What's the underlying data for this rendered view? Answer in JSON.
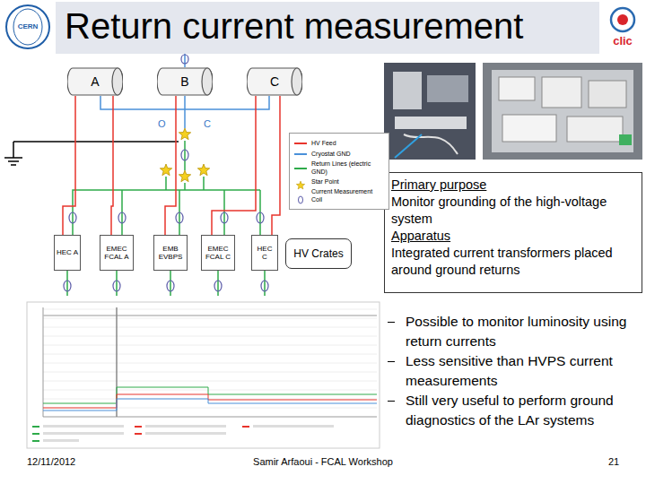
{
  "diagram": {
    "title": "Return current measurement",
    "nodes": [
      {
        "text": [
          "A"
        ]
      },
      {
        "text": [
          "B"
        ]
      },
      {
        "text": [
          "C"
        ]
      },
      {
        "text": [
          "HEC A"
        ]
      },
      {
        "text": [
          "EMEC FCAL A"
        ]
      },
      {
        "text": [
          "EMB EVBPS"
        ]
      },
      {
        "text": [
          "EMEC FCAL C"
        ]
      },
      {
        "text": [
          "HEC C"
        ]
      },
      {
        "text": [
          "HV Crates"
        ]
      },
      {
        "text": [
          "Primary purpose",
          "Monitor grounding of the high-voltage system",
          "Apparatus",
          "Integrated current transformers placed around ground returns"
        ]
      }
    ],
    "edges": [
      {
        "from": 0,
        "to": 3,
        "arrow": "none"
      },
      {
        "from": 0,
        "to": 4,
        "arrow": "none"
      },
      {
        "from": 1,
        "to": 5,
        "arrow": "none"
      },
      {
        "from": 2,
        "to": 6,
        "arrow": "none"
      },
      {
        "from": 2,
        "to": 7,
        "arrow": "none"
      }
    ],
    "labels": [
      "CERN",
      "clic",
      "O",
      "C",
      "Possible to monitor luminosity using return currents",
      "Less sensitive than HVPS current measurements",
      "Still very useful to perform ground diagnostics of the LAr systems",
      "12/11/2012",
      "Samir Arfaoui - FCAL Workshop",
      "21"
    ],
    "legend": [
      {
        "text": "HV Feed",
        "color": "#e8342c"
      },
      {
        "text": "Cryostat GND",
        "color": "#4a90d9"
      },
      {
        "text": "Return Lines (electric GND)",
        "color": "#2eaa4a"
      },
      {
        "text": "Star Point"
      },
      {
        "text": "Current Measurement Coil"
      }
    ]
  }
}
